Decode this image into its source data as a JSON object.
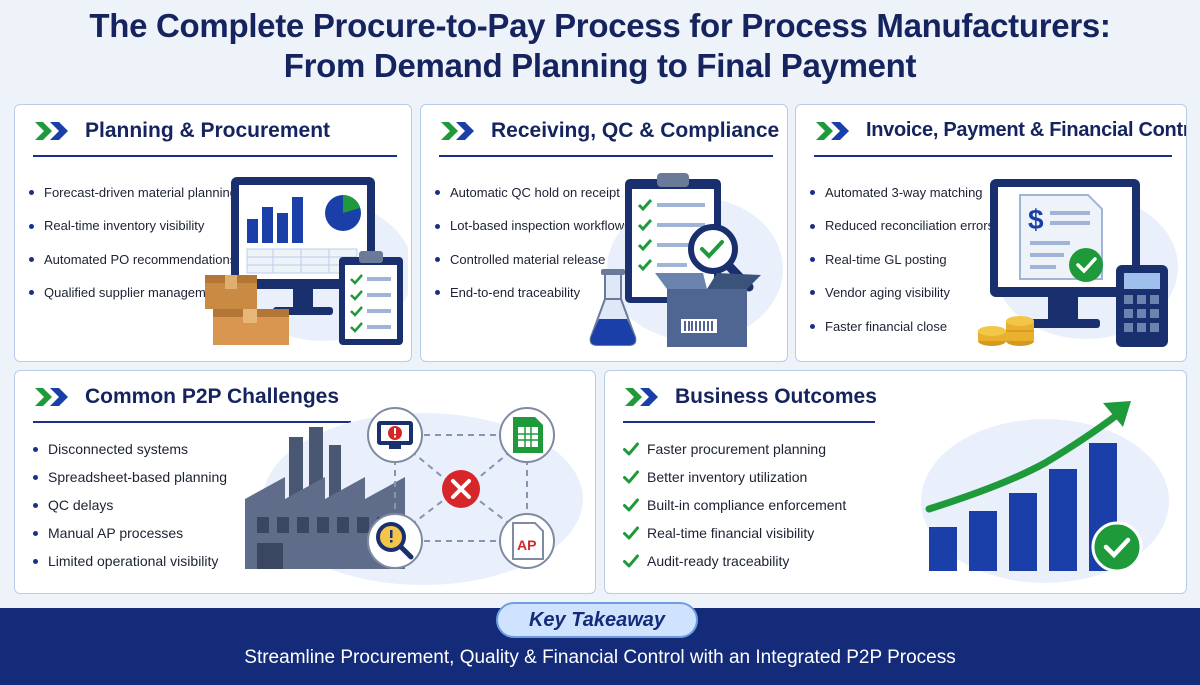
{
  "title": {
    "line1": "The Complete Procure-to-Pay Process for Process Manufacturers:",
    "line2": "From Demand Planning to Final Payment"
  },
  "colors": {
    "navy": "#15235e",
    "blue": "#1a3fa8",
    "green": "#1f9a3a",
    "footer": "#142b7a"
  },
  "sections": {
    "planning": {
      "title": "Planning & Procurement",
      "items": [
        "Forecast-driven material planning",
        "Real-time inventory visibility",
        "Automated PO recommendations",
        "Qualified supplier management"
      ]
    },
    "receiving": {
      "title": "Receiving, QC & Compliance",
      "items": [
        "Automatic QC hold on receipt",
        "Lot-based inspection workflows",
        "Controlled material release",
        "End-to-end traceability"
      ]
    },
    "invoice": {
      "title": "Invoice, Payment & Financial Control",
      "items": [
        "Automated 3-way matching",
        "Reduced reconciliation errors",
        "Real-time GL posting",
        "Vendor aging visibility",
        "Faster financial close"
      ],
      "invoice_symbol": "$"
    },
    "challenges": {
      "title": "Common P2P Challenges",
      "items": [
        "Disconnected systems",
        "Spreadsheet-based planning",
        "QC delays",
        "Manual AP processes",
        "Limited operational visibility"
      ],
      "ap_label": "AP"
    },
    "outcomes": {
      "title": "Business Outcomes",
      "items": [
        "Faster procurement planning",
        "Better inventory utilization",
        "Built-in compliance enforcement",
        "Real-time financial visibility",
        "Audit-ready traceability"
      ]
    }
  },
  "takeaway": {
    "label": "Key Takeaway",
    "text": "Streamline Procurement, Quality & Financial Control with an Integrated P2P Process"
  }
}
